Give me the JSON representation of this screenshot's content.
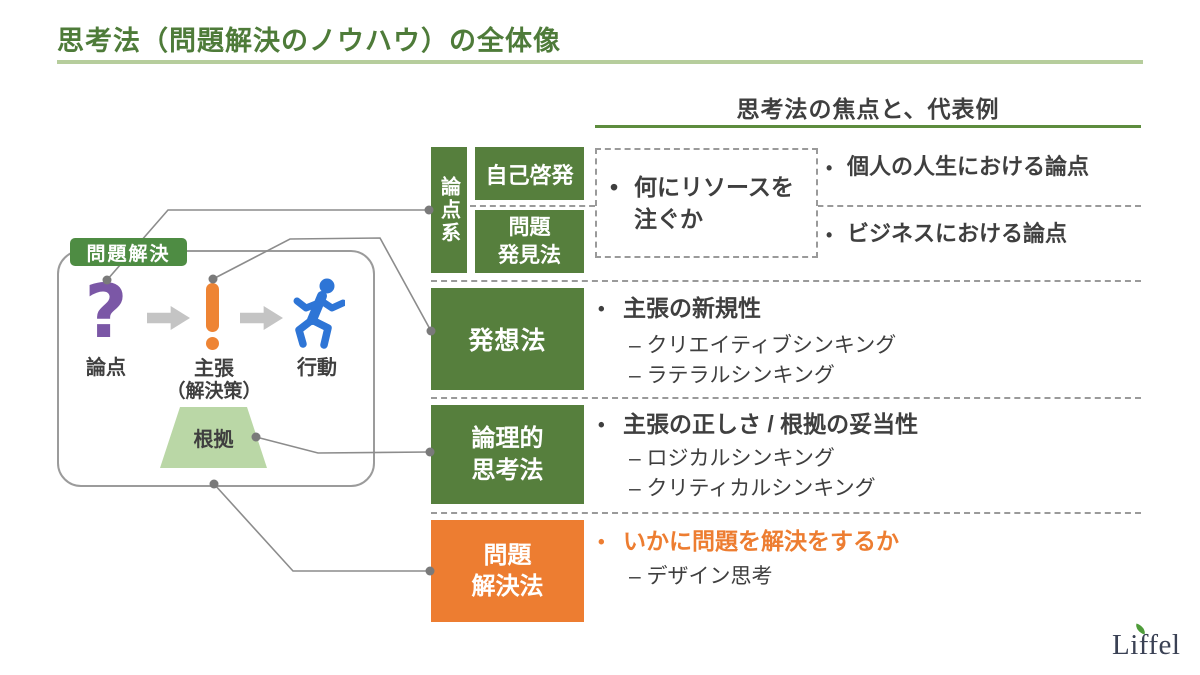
{
  "page": {
    "title": "思考法（問題解決のノウハウ）の全体像"
  },
  "glyphs": {
    "bullet": "•",
    "question_mark": "?"
  },
  "diagram": {
    "frame_label": "問題解決",
    "steps": {
      "question": "論点",
      "claim": "主張",
      "claim_sub": "（解決策）",
      "action": "行動"
    },
    "evidence": "根拠"
  },
  "panel": {
    "header": "思考法の焦点と、代表例",
    "group": {
      "label": "論点系",
      "focus": "何にリソースを\n注ぐか"
    },
    "rows": [
      {
        "method": "自己啓発",
        "example": "個人の人生における論点"
      },
      {
        "method": "問題\n発見法",
        "example": "ビジネスにおける論点"
      },
      {
        "method": "発想法",
        "focus": "主張の新規性",
        "items": [
          "– クリエイティブシンキング",
          "– ラテラルシンキング"
        ]
      },
      {
        "method": "論理的\n思考法",
        "focus": "主張の正しさ / 根拠の妥当性",
        "items": [
          "– ロジカルシンキング",
          "– クリティカルシンキング"
        ]
      },
      {
        "method": "問題\n解決法",
        "focus": "いかに問題を解決をするか",
        "items": [
          "– デザイン思考"
        ]
      }
    ]
  },
  "colors": {
    "box_green": "#567f3d",
    "label_green": "#4e8c43",
    "accent_orange": "#ed7d31",
    "question_purple": "#7b57a6",
    "action_blue": "#2e75d6",
    "evidence_light_green": "#bad7a6",
    "title_green": "#4e7b39",
    "title_underline": "#b6cd9c",
    "header_underline": "#5d8c3e",
    "connector_gray": "#8c8c8c"
  },
  "logo": {
    "name": "Liffel"
  }
}
